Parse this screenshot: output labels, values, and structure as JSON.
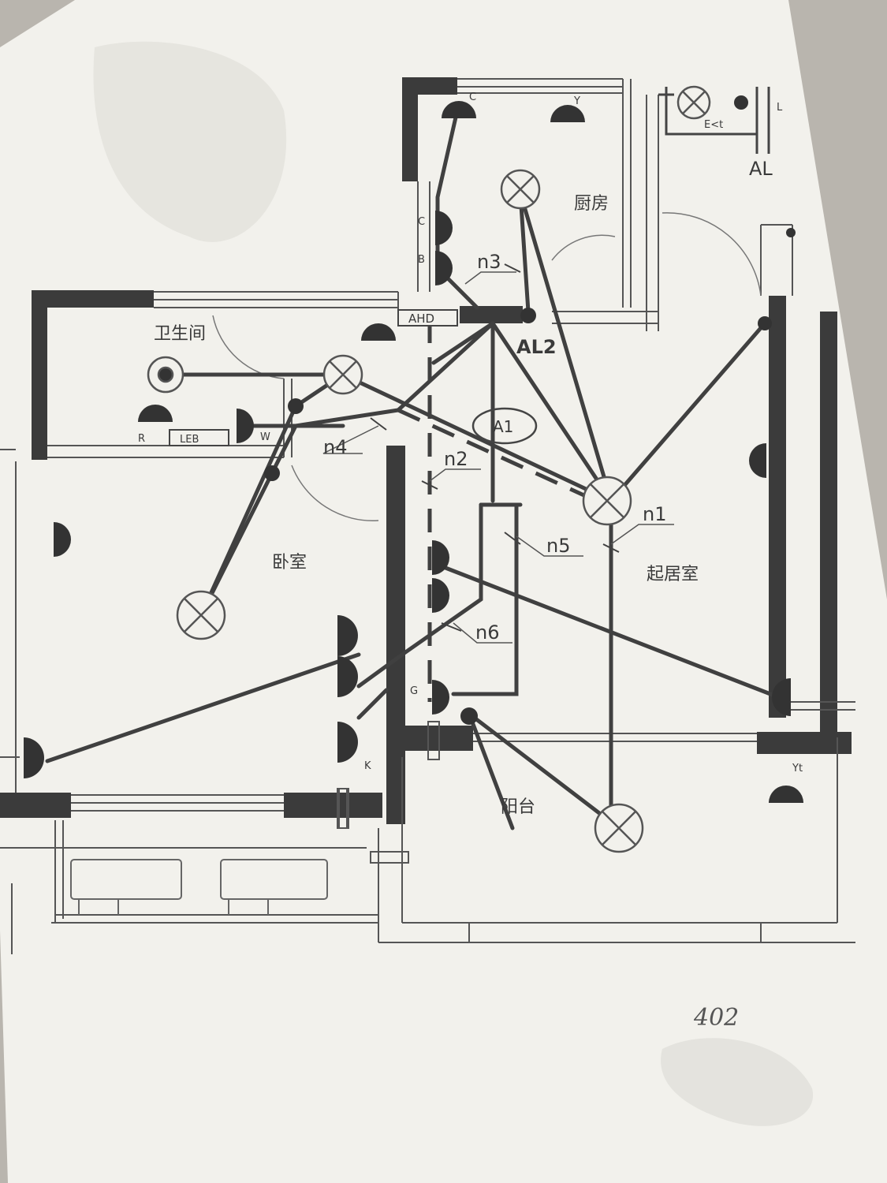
{
  "rooms": {
    "kitchen": "厨房",
    "bathroom": "卫生间",
    "bedroom": "卧室",
    "living": "起居室",
    "balcony": "阳台"
  },
  "panels": {
    "al2": "AL2",
    "al": "AL",
    "a1": "A1",
    "ahd": "AHD",
    "leb": "LEB"
  },
  "circuits": [
    "n1",
    "n2",
    "n3",
    "n4",
    "n5",
    "n6"
  ],
  "socket_labels": {
    "c_top": "C",
    "y_top": "Y",
    "c_side": "C",
    "b_side": "B",
    "r": "R",
    "w": "W",
    "g": "G",
    "k": "K",
    "yt": "Yt",
    "e_t": "E<t",
    "l": "L"
  },
  "handwritten_note": "402",
  "colors": {
    "paper": "#f2f1ec",
    "ink": "#3a3a3a",
    "wall": "#3b3b3b",
    "background": "#b9b5ae"
  }
}
